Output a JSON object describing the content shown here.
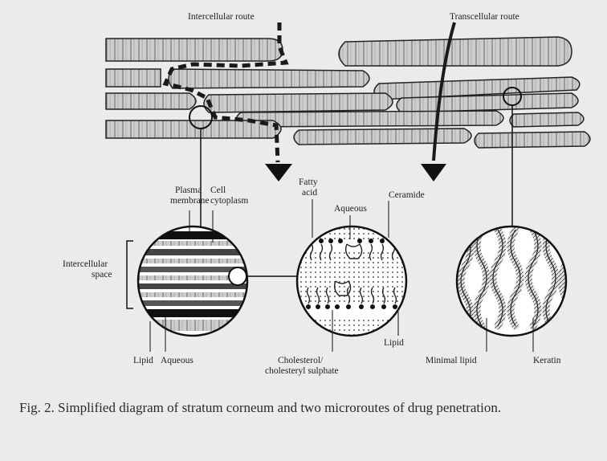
{
  "labels": {
    "intercellular_route": "Intercellular route",
    "transcellular_route": "Transcellular route",
    "plasma_membrane_line1": "Plasma",
    "plasma_membrane_line2": "membrane",
    "cell_cytoplasm_line1": "Cell",
    "cell_cytoplasm_line2": "cytoplasm",
    "intercellular_space_line1": "Intercellular",
    "intercellular_space_line2": "space",
    "lipid_left": "Lipid",
    "aqueous_left": "Aqueous",
    "fatty_acid_line1": "Fatty",
    "fatty_acid_line2": "acid",
    "aqueous_mid": "Aqueous",
    "ceramide": "Ceramide",
    "cholesterol_line1": "Cholesterol/",
    "cholesterol_line2": "cholesteryl sulphate",
    "lipid_mid": "Lipid",
    "minimal_lipid": "Minimal lipid",
    "keratin": "Keratin"
  },
  "caption": "Fig. 2. Simplified diagram of stratum corneum and two microroutes of drug penetration."
}
